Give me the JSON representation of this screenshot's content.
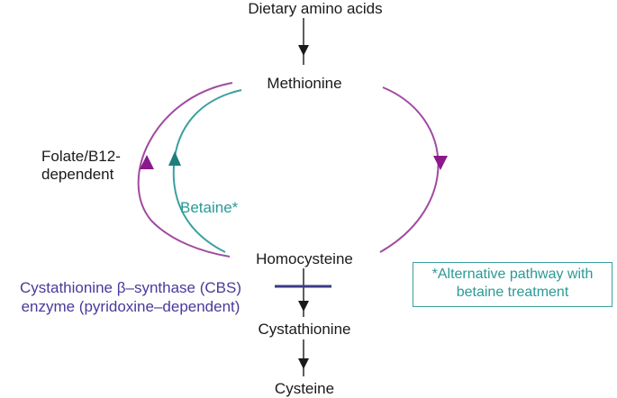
{
  "nodes": {
    "dietary": "Dietary amino acids",
    "methionine": "Methionine",
    "homocysteine": "Homocysteine",
    "cystathionine": "Cystathionine",
    "cysteine": "Cysteine"
  },
  "labels": {
    "folate_line1": "Folate/B12-",
    "folate_line2": "dependent",
    "betaine": "Betaine*",
    "cbs_line1": "Cystathionine β–synthase (CBS)",
    "cbs_line2": "enzyme (pyridoxine–dependent)"
  },
  "note": {
    "line1": "*Alternative pathway with",
    "line2": "betaine treatment"
  },
  "colors": {
    "remethylation_arc": "#a04ba0",
    "betaine_arc": "#3aa0a0",
    "cbs_text": "#4a3a9a",
    "cbs_block_bar": "#3a3a8a",
    "main_arrows": "#1a1a1a"
  }
}
